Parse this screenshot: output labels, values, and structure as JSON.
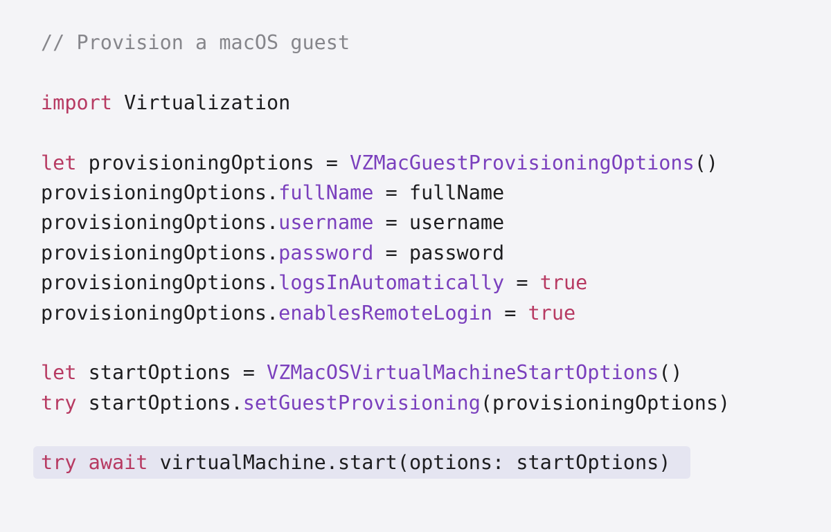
{
  "colors": {
    "background": "#f4f4f7",
    "plain": "#1d1d1f",
    "comment": "#86868b",
    "keyword": "#b73a62",
    "type": "#7a3fbd",
    "highlight": "#e5e5f1"
  },
  "code": {
    "lines": [
      {
        "highlight": false,
        "tokens": [
          {
            "t": "// Provision a macOS guest",
            "k": "comment"
          }
        ]
      },
      {
        "highlight": false,
        "tokens": []
      },
      {
        "highlight": false,
        "tokens": [
          {
            "t": "import",
            "k": "keyword"
          },
          {
            "t": " Virtualization",
            "k": "plain"
          }
        ]
      },
      {
        "highlight": false,
        "tokens": []
      },
      {
        "highlight": false,
        "tokens": [
          {
            "t": "let",
            "k": "keyword"
          },
          {
            "t": " provisioningOptions = ",
            "k": "plain"
          },
          {
            "t": "VZMacGuestProvisioningOptions",
            "k": "type"
          },
          {
            "t": "()",
            "k": "plain"
          }
        ]
      },
      {
        "highlight": false,
        "tokens": [
          {
            "t": "provisioningOptions.",
            "k": "plain"
          },
          {
            "t": "fullName",
            "k": "type"
          },
          {
            "t": " = fullName",
            "k": "plain"
          }
        ]
      },
      {
        "highlight": false,
        "tokens": [
          {
            "t": "provisioningOptions.",
            "k": "plain"
          },
          {
            "t": "username",
            "k": "type"
          },
          {
            "t": " = username",
            "k": "plain"
          }
        ]
      },
      {
        "highlight": false,
        "tokens": [
          {
            "t": "provisioningOptions.",
            "k": "plain"
          },
          {
            "t": "password",
            "k": "type"
          },
          {
            "t": " = password",
            "k": "plain"
          }
        ]
      },
      {
        "highlight": false,
        "tokens": [
          {
            "t": "provisioningOptions.",
            "k": "plain"
          },
          {
            "t": "logsInAutomatically",
            "k": "type"
          },
          {
            "t": " = ",
            "k": "plain"
          },
          {
            "t": "true",
            "k": "keyword"
          }
        ]
      },
      {
        "highlight": false,
        "tokens": [
          {
            "t": "provisioningOptions.",
            "k": "plain"
          },
          {
            "t": "enablesRemoteLogin",
            "k": "type"
          },
          {
            "t": " = ",
            "k": "plain"
          },
          {
            "t": "true",
            "k": "keyword"
          }
        ]
      },
      {
        "highlight": false,
        "tokens": []
      },
      {
        "highlight": false,
        "tokens": [
          {
            "t": "let",
            "k": "keyword"
          },
          {
            "t": " startOptions = ",
            "k": "plain"
          },
          {
            "t": "VZMacOSVirtualMachineStartOptions",
            "k": "type"
          },
          {
            "t": "()",
            "k": "plain"
          }
        ]
      },
      {
        "highlight": false,
        "tokens": [
          {
            "t": "try",
            "k": "keyword"
          },
          {
            "t": " startOptions.",
            "k": "plain"
          },
          {
            "t": "setGuestProvisioning",
            "k": "type"
          },
          {
            "t": "(provisioningOptions)",
            "k": "plain"
          }
        ]
      },
      {
        "highlight": false,
        "tokens": []
      },
      {
        "highlight": true,
        "tokens": [
          {
            "t": "try",
            "k": "keyword"
          },
          {
            "t": " ",
            "k": "plain"
          },
          {
            "t": "await",
            "k": "keyword"
          },
          {
            "t": " virtualMachine.start(options: startOptions)",
            "k": "plain"
          }
        ]
      }
    ]
  }
}
